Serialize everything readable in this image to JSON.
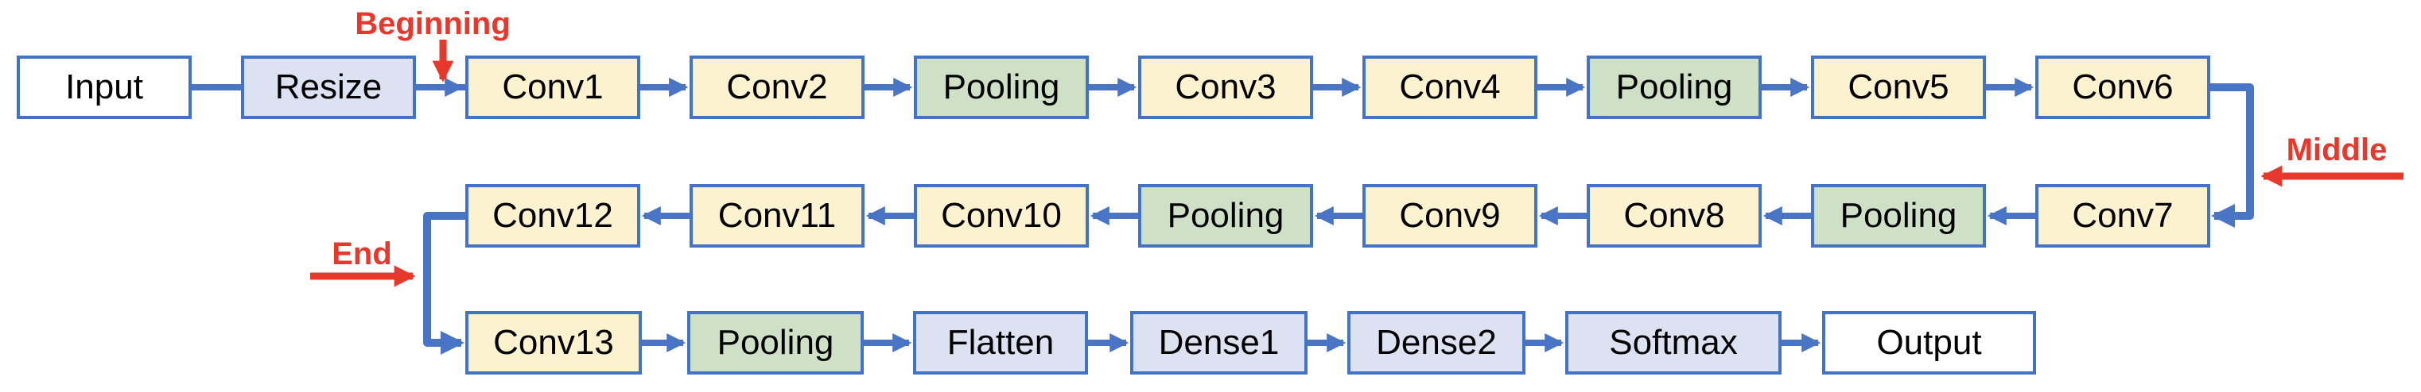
{
  "diagram": {
    "kind": "cnn-architecture-flowchart",
    "colors": {
      "border_blue": "#4472C4",
      "arrow_blue": "#4A74C4",
      "conv_fill": "#FDF2D0",
      "pooling_fill": "#CEE1C6",
      "dense_fill": "#DCE2F1",
      "io_fill": "#FFFFFF",
      "annotation_red": "#E7382D",
      "text_black": "#000000"
    },
    "annotations": [
      {
        "id": "beginning",
        "label": "Beginning",
        "arrow_direction": "down"
      },
      {
        "id": "middle",
        "label": "Middle",
        "arrow_direction": "left"
      },
      {
        "id": "end",
        "label": "End",
        "arrow_direction": "right"
      }
    ],
    "rows": [
      {
        "direction": "left-to-right",
        "boxes": [
          {
            "label": "Input",
            "type": "io"
          },
          {
            "label": "Resize",
            "type": "process"
          },
          {
            "label": "Conv1",
            "type": "conv"
          },
          {
            "label": "Conv2",
            "type": "conv"
          },
          {
            "label": "Pooling",
            "type": "pooling"
          },
          {
            "label": "Conv3",
            "type": "conv"
          },
          {
            "label": "Conv4",
            "type": "conv"
          },
          {
            "label": "Pooling",
            "type": "pooling"
          },
          {
            "label": "Conv5",
            "type": "conv"
          },
          {
            "label": "Conv6",
            "type": "conv"
          }
        ]
      },
      {
        "direction": "right-to-left",
        "boxes": [
          {
            "label": "Conv12",
            "type": "conv"
          },
          {
            "label": "Conv11",
            "type": "conv"
          },
          {
            "label": "Conv10",
            "type": "conv"
          },
          {
            "label": "Pooling",
            "type": "pooling"
          },
          {
            "label": "Conv9",
            "type": "conv"
          },
          {
            "label": "Conv8",
            "type": "conv"
          },
          {
            "label": "Pooling",
            "type": "pooling"
          },
          {
            "label": "Conv7",
            "type": "conv"
          }
        ]
      },
      {
        "direction": "left-to-right",
        "boxes": [
          {
            "label": "Conv13",
            "type": "conv"
          },
          {
            "label": "Pooling",
            "type": "pooling"
          },
          {
            "label": "Flatten",
            "type": "process"
          },
          {
            "label": "Dense1",
            "type": "process"
          },
          {
            "label": "Dense2",
            "type": "process"
          },
          {
            "label": "Softmax",
            "type": "process"
          },
          {
            "label": "Output",
            "type": "io"
          }
        ]
      }
    ]
  }
}
